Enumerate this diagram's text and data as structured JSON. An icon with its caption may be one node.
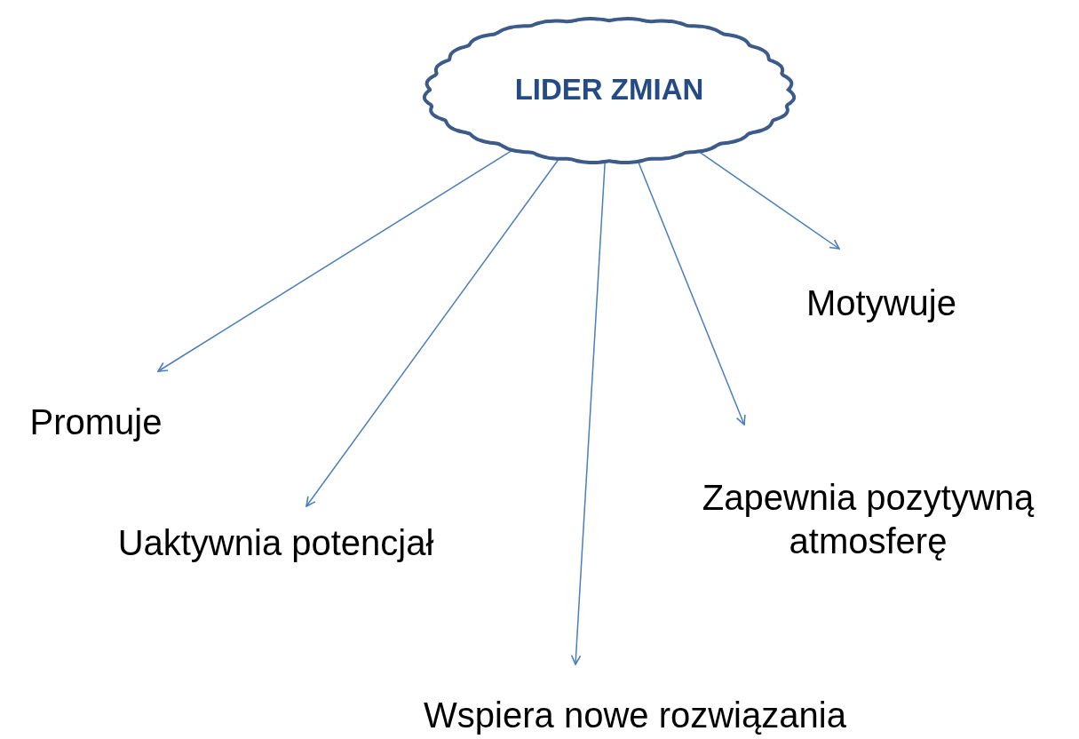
{
  "diagram": {
    "nodes": [
      {
        "text": [
          "LIDER ZMIAN"
        ]
      },
      {
        "text": [
          "Motywuje"
        ]
      },
      {
        "text": [
          "Promuje"
        ]
      },
      {
        "text": [
          "Zapewnia pozytywną atmosferę"
        ]
      },
      {
        "text": [
          "Uaktywnia potencjał"
        ]
      },
      {
        "text": [
          "Wspiera nowe rozwiązania"
        ]
      }
    ],
    "edges": [
      {
        "from": 0,
        "to": 2,
        "arrow": "to"
      },
      {
        "from": 0,
        "to": 4,
        "arrow": "to"
      },
      {
        "from": 0,
        "to": 5,
        "arrow": "to"
      },
      {
        "from": 0,
        "to": 3,
        "arrow": "to"
      },
      {
        "from": 0,
        "to": 1,
        "arrow": "to"
      }
    ]
  }
}
